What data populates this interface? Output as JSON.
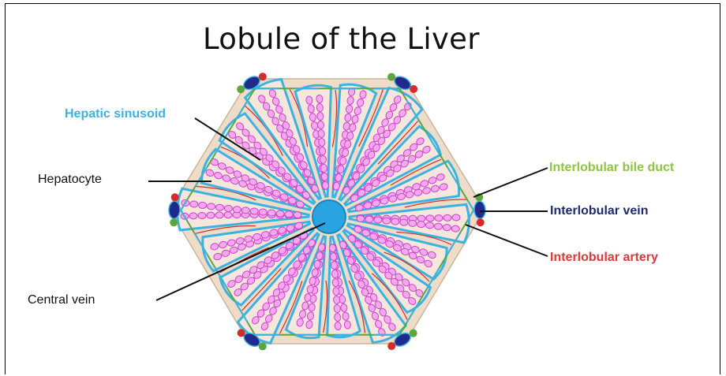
{
  "title": "Lobule of the Liver",
  "labels": {
    "hepatic_sinusoid": "Hepatic sinusoid",
    "hepatocyte": "Hepatocyte",
    "central_vein": "Central vein",
    "interlobular_bile_duct": "Interlobular bile duct",
    "interlobular_vein": "Interlobular vein",
    "interlobular_artery": "Interlobular artery"
  },
  "colors": {
    "sinusoid": "#3cb2e0",
    "hepatocyte": "#cc44cc",
    "hepatocyte_fill": "#f4a8ee",
    "lobule_fill": "#f7e6dc",
    "hexagon_fill": "#eedcc8",
    "bile_duct": "#5aa83c",
    "vein": "#1f2a8a",
    "artery": "#d42b2b",
    "central_vein": "#2aa4e0"
  }
}
